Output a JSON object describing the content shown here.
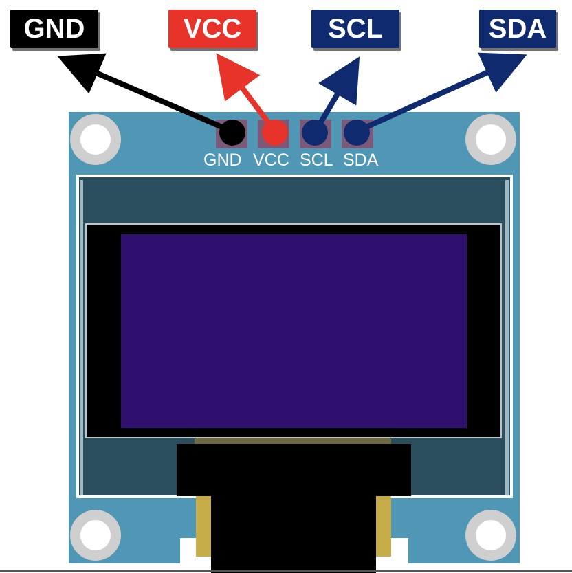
{
  "colors": {
    "pcb": "#4f97b4",
    "gnd": "#000000",
    "vcc": "#e8332a",
    "scl": "#0f2a6e",
    "sda": "#0f2a6e",
    "screen": "#2e0f6e",
    "mounting_hole": "#cfcfcf",
    "gold_tab": "#c6ad4a"
  },
  "callouts": {
    "gnd": "GND",
    "vcc": "VCC",
    "scl": "SCL",
    "sda": "SDA"
  },
  "silkscreen": {
    "gnd": "GND",
    "vcc": "VCC",
    "scl": "SCL",
    "sda": "SDA"
  }
}
